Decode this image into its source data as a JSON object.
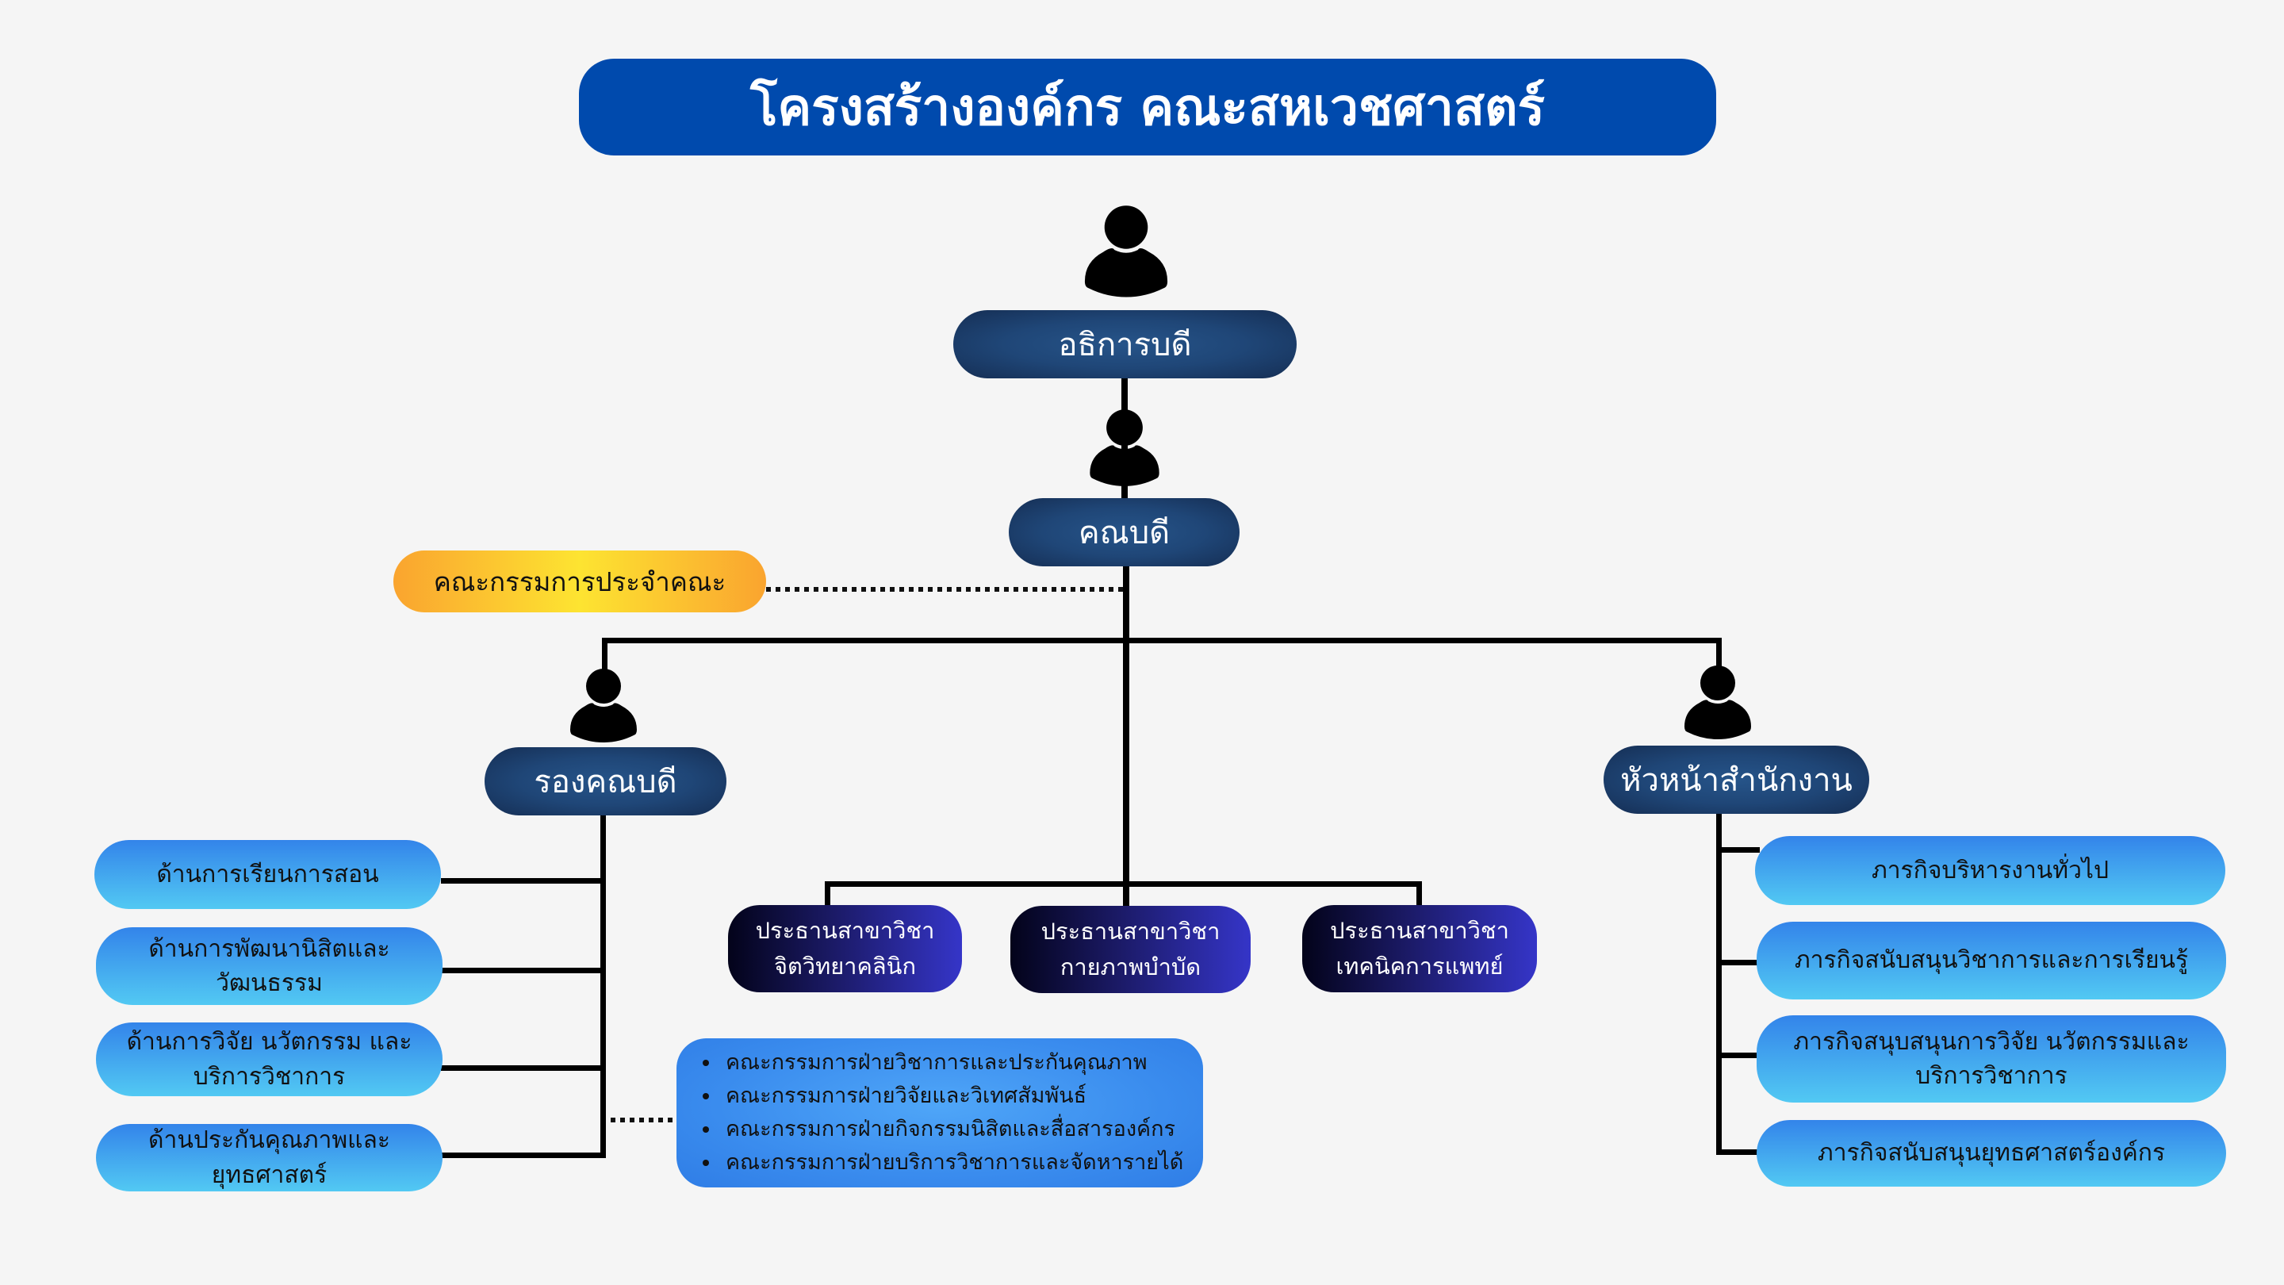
{
  "title": "โครงสร้างองค์กร คณะสหเวชศาสตร์",
  "colors": {
    "title_bg": "#004aad",
    "executive_node": "#1f4677",
    "committee_node": "#fdd631",
    "unit_node": "#3a8cee",
    "program_node": "#2a2ab0",
    "background": "#f5f5f5"
  },
  "nodes": {
    "president": {
      "label": "อธิการบดี",
      "icon": "person-icon"
    },
    "dean": {
      "label": "คณบดี",
      "icon": "person-icon"
    },
    "faculty_committee": {
      "label": "คณะกรรมการประจำคณะ"
    },
    "vice_dean": {
      "label": "รองคณบดี",
      "icon": "person-icon"
    },
    "office_head": {
      "label": "หัวหน้าสำนักงาน",
      "icon": "person-icon"
    }
  },
  "vice_dean_areas": [
    "ด้านการเรียนการสอน",
    "ด้านการพัฒนานิสิตและวัฒนธรรม",
    "ด้านการวิจัย นวัตกรรม และบริการวิชาการ",
    "ด้านประกันคุณภาพและยุทธศาสตร์"
  ],
  "committees": [
    "คณะกรรมการฝ่ายวิชาการและประกันคุณภาพ",
    "คณะกรรมการฝ่ายวิจัยและวิเทศสัมพันธ์",
    "คณะกรรมการฝ่ายกิจกรรมนิสิตและสื่อสารองค์กร",
    "คณะกรรมการฝ่ายบริการวิชาการและจัดหารายได้"
  ],
  "program_chairs": [
    {
      "line1": "ประธานสาขาวิชา",
      "line2": "จิตวิทยาคลินิก"
    },
    {
      "line1": "ประธานสาขาวิชา",
      "line2": "กายภาพบำบัด"
    },
    {
      "line1": "ประธานสาขาวิชา",
      "line2": "เทคนิคการแพทย์"
    }
  ],
  "office_missions": [
    "ภารกิจบริหารงานทั่วไป",
    "ภารกิจสนับสนุนวิชาการและการเรียนรู้",
    "ภารกิจสนุบสนุนการวิจัย นวัตกรรมและบริการวิชาการ",
    "ภารกิจสนับสนุนยุทธศาสตร์องค์กร"
  ]
}
